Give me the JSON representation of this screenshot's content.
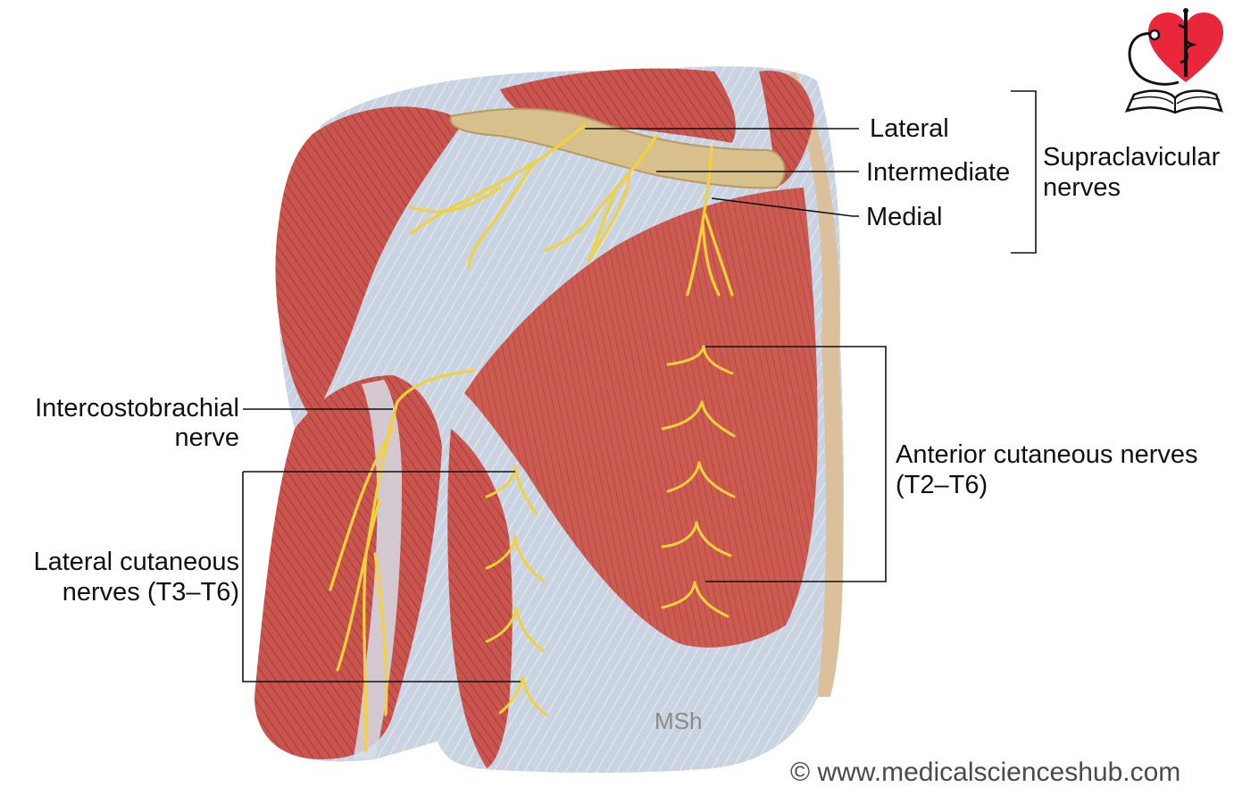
{
  "labels": {
    "lateral": "Lateral",
    "intermediate": "Intermediate",
    "medial": "Medial",
    "supraclavicular": "Supraclavicular",
    "supraclavicular_line2": "nerves",
    "intercostobrachial": "Intercostobrachial",
    "intercostobrachial_line2": "nerve",
    "anterior_cutaneous": "Anterior cutaneous nerves",
    "anterior_cutaneous_line2": "(T2–T6)",
    "lateral_cutaneous": "Lateral cutaneous",
    "lateral_cutaneous_line2": "nerves (T3–T6)"
  },
  "artist_initials": "MSh",
  "copyright": "© www.medicalscienceshub.com",
  "logo": {
    "icon": "heart-caduceus-stethoscope-book-logo",
    "heart_color": "#e8283a"
  },
  "colors": {
    "muscle": "#c8564f",
    "muscle_dark": "#a83a35",
    "fascia": "#c9d3e2",
    "bone": "#d8c08c",
    "nerve": "#f2d23a",
    "leader_line": "#111111"
  }
}
